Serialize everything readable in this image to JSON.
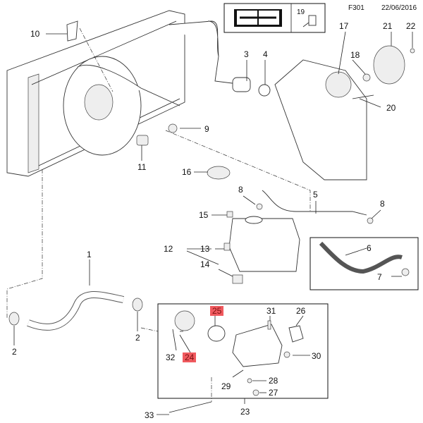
{
  "header": {
    "code": "F301",
    "date": "22/06/2016"
  },
  "icons": {
    "manual": "repair-manual-icon",
    "lubricant": "lubricant-icon",
    "lubricant_ref": "19"
  },
  "callouts": {
    "c1": "1",
    "c2a": "2",
    "c2b": "2",
    "c3": "3",
    "c4": "4",
    "c5": "5",
    "c6": "6",
    "c7": "7",
    "c8a": "8",
    "c8b": "8",
    "c9": "9",
    "c10": "10",
    "c11": "11",
    "c12": "12",
    "c13": "13",
    "c14": "14",
    "c15": "15",
    "c16": "16",
    "c17": "17",
    "c18": "18",
    "c20": "20",
    "c21": "21",
    "c22": "22",
    "c23": "23",
    "c24": "24",
    "c25": "25",
    "c26": "26",
    "c27": "27",
    "c28": "28",
    "c29": "29",
    "c30": "30",
    "c31": "31",
    "c32": "32",
    "c33": "33"
  },
  "highlighted": [
    "24",
    "25"
  ],
  "highlight_color": "#f05a5f"
}
